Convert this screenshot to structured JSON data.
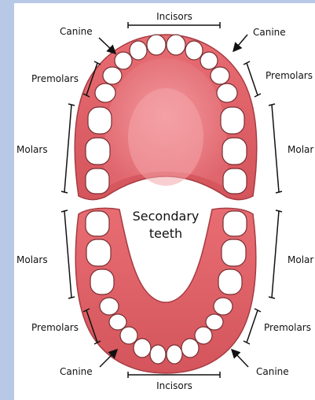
{
  "center_label": {
    "line1": "Secondary",
    "line2": "teeth"
  },
  "upper": {
    "incisors": "Incisors",
    "canine_left": "Canine",
    "canine_right": "Canine",
    "premolars_left": "Premolars",
    "premolars_right": "Premolars",
    "molars_left": "Molars",
    "molars_right": "Molar"
  },
  "lower": {
    "incisors": "Incisors",
    "canine_left": "Canine",
    "canine_right": "Canine",
    "premolars_left": "Premolars",
    "premolars_right": "Premolars",
    "molars_left": "Molars",
    "molars_right": "Molar"
  },
  "colors": {
    "gum": "#e36a6f",
    "gum_dark": "#c84b52",
    "palate": "#f08a8f",
    "tooth": "#ffffff",
    "tooth_outline": "#7a2f33"
  }
}
